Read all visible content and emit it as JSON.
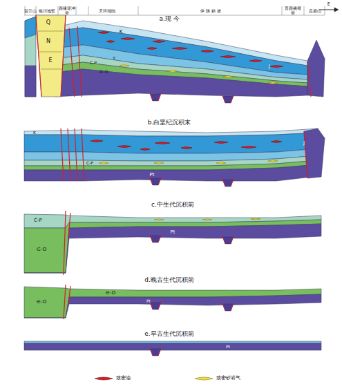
{
  "diagram": {
    "labels": [
      "贺兰山",
      "银川地堑",
      "西缘逆冲带",
      "天环坳陷",
      "伊 陕 斜 坡",
      "晋西挠褶带",
      "吕梁山",
      "E",
      "a.现 今",
      "Q",
      "N",
      "E",
      "K",
      "J",
      "T",
      "C-P",
      "∈-O",
      "b.白垩纪沉积末",
      "K",
      "J",
      "C-P",
      "Pt",
      "c.中生代沉积前",
      "C-P",
      "∈-O",
      "Pt",
      "d.晚古生代沉积前",
      "∈-O",
      "∈-O",
      "Pt",
      "e.早古生代沉积前",
      "Pt"
    ],
    "legend": [
      {
        "text": "致密油"
      },
      {
        "text": "致密砂岩气"
      }
    ]
  }
}
